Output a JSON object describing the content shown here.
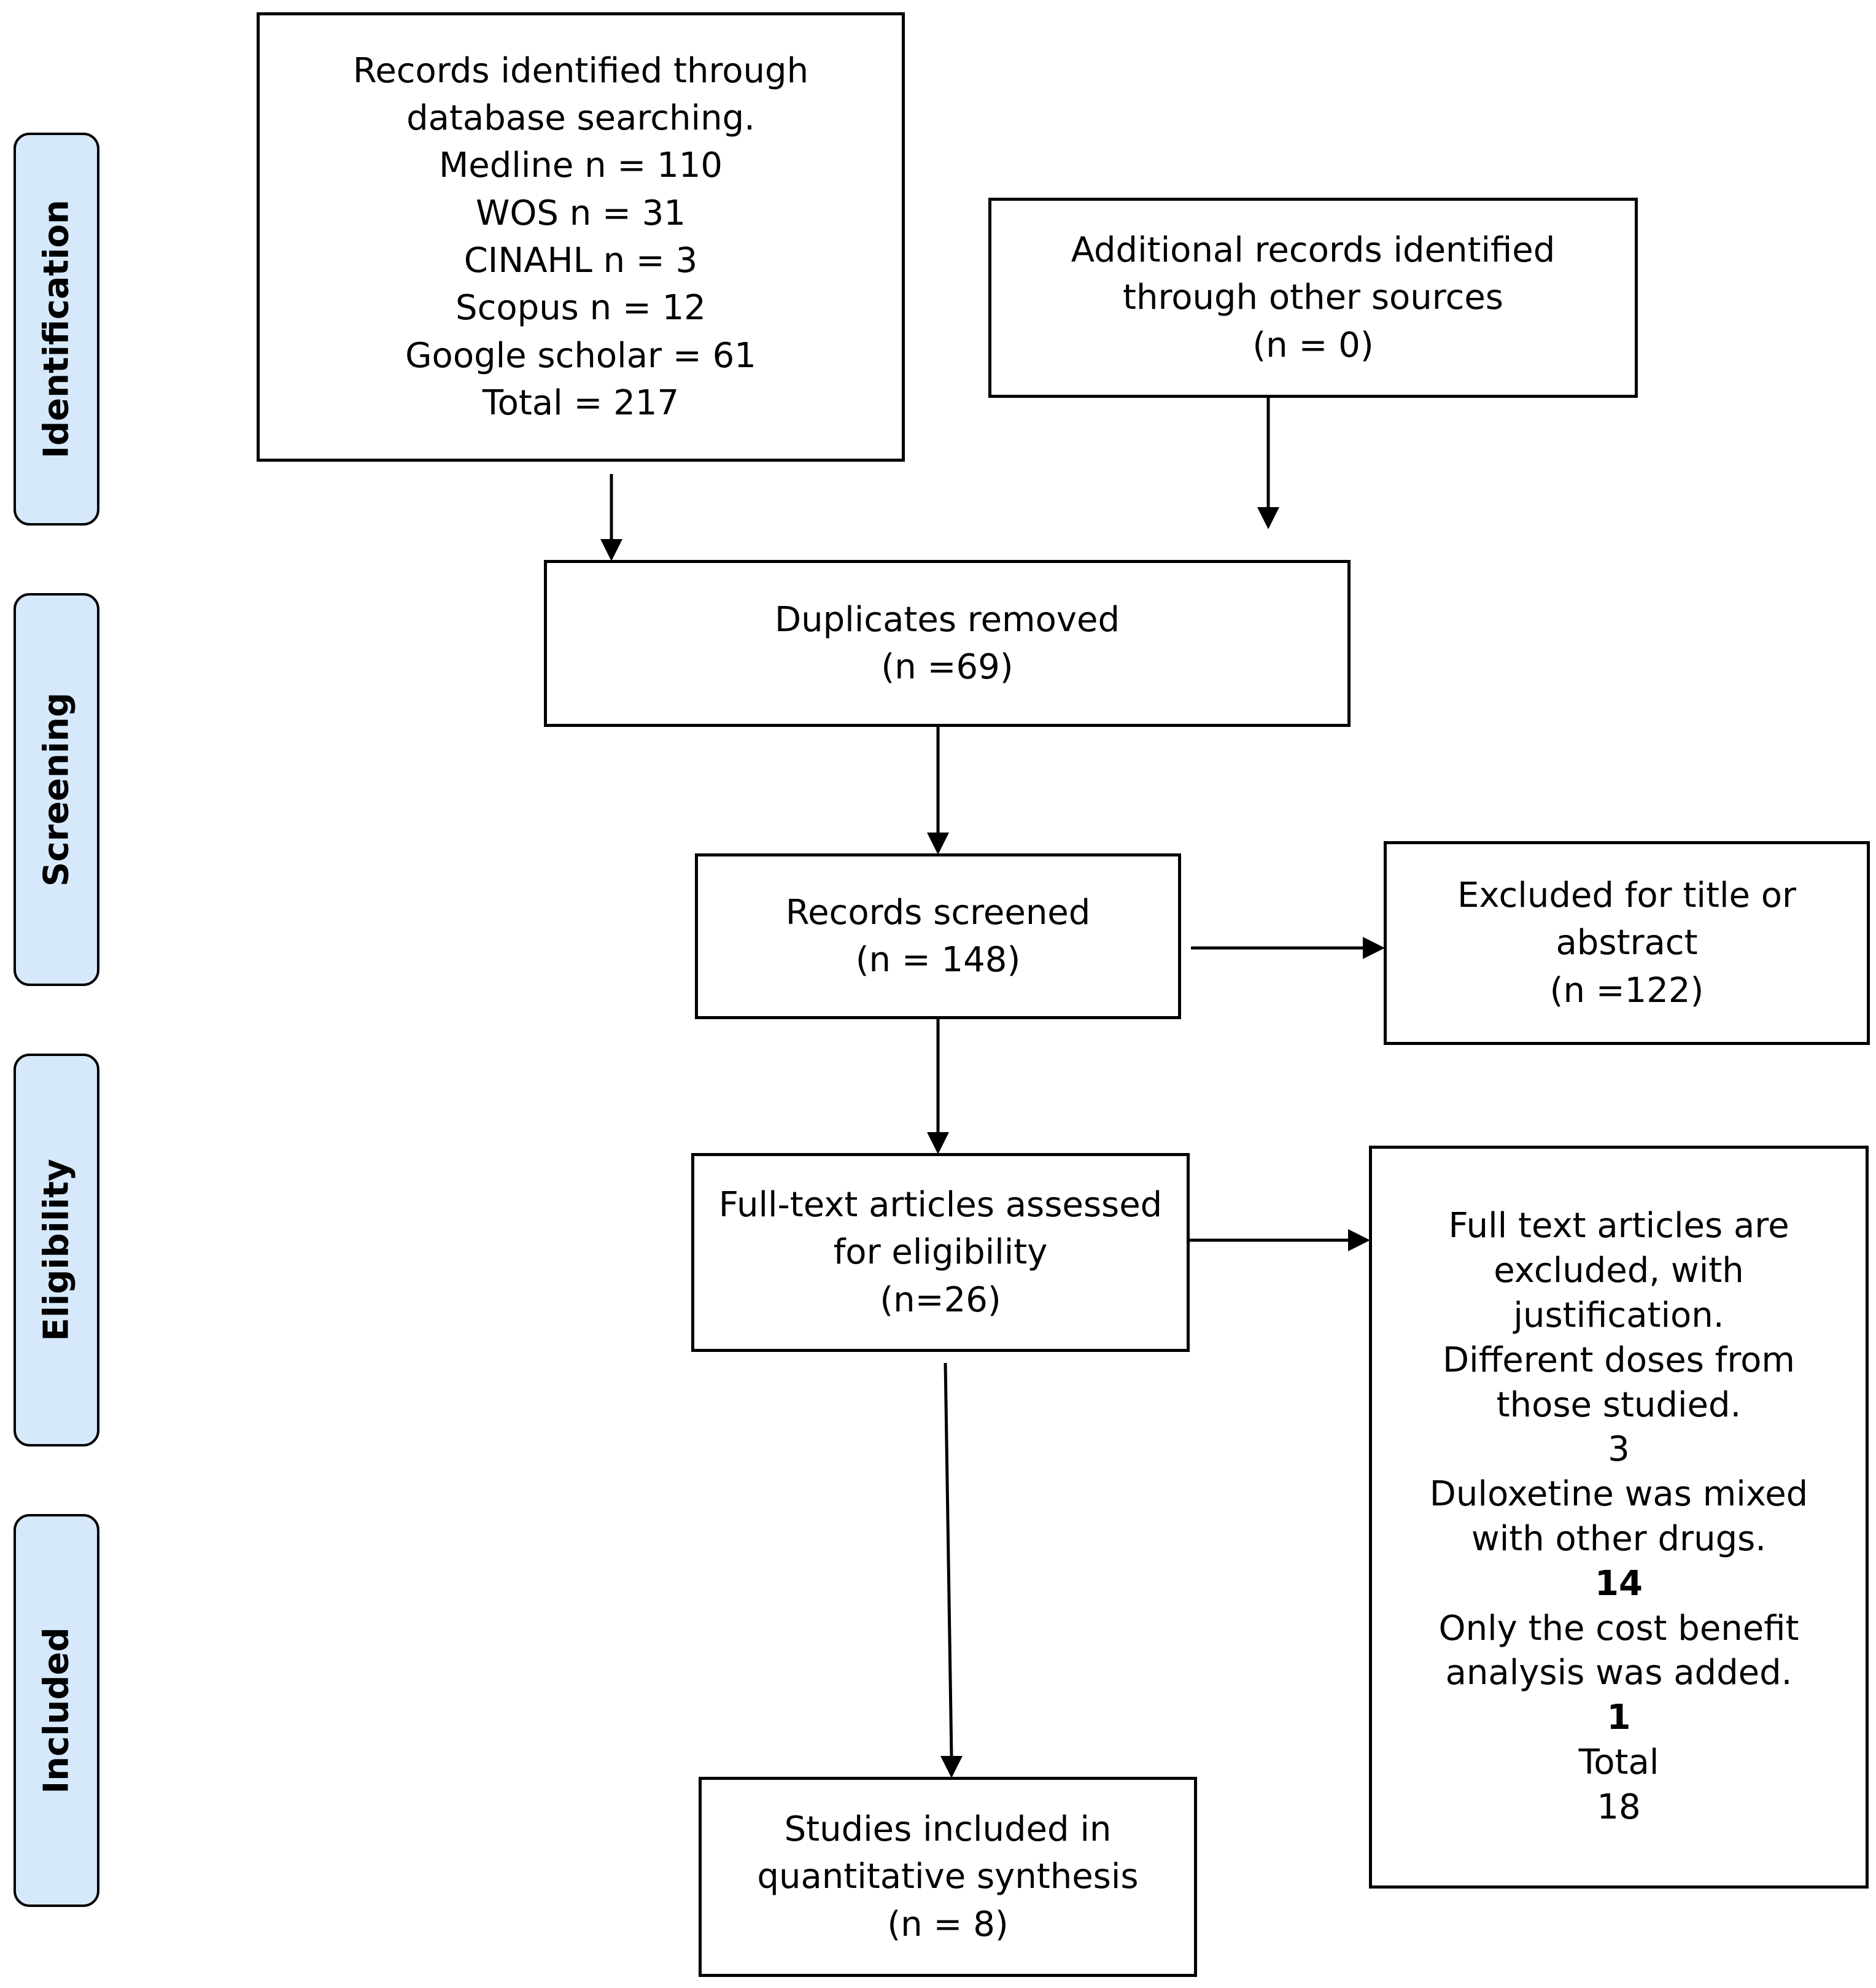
{
  "phases": {
    "identification": "Identification",
    "screening": "Screening",
    "eligibility": "Eligibility",
    "included": "Included"
  },
  "boxes": {
    "database": {
      "lines": [
        "Records identified through",
        "database searching.",
        "Medline n = 110",
        "WOS n = 31",
        "CINAHL n = 3",
        "Scopus n = 12",
        "Google scholar = 61",
        "Total = 217"
      ]
    },
    "additional": {
      "lines": [
        "Additional records identified",
        "through other sources",
        "(n = 0)"
      ]
    },
    "duplicates": {
      "lines": [
        "Duplicates removed",
        "(n =69)"
      ]
    },
    "screened": {
      "lines": [
        "Records screened",
        "(n = 148)"
      ]
    },
    "excluded_title": {
      "lines": [
        "Excluded for title or",
        "abstract",
        "(n =122)"
      ]
    },
    "fulltext": {
      "lines": [
        "Full-text articles assessed",
        "for eligibility",
        "(n=26)"
      ]
    },
    "excluded_fulltext": {
      "lines": [
        "Full text articles are",
        "excluded, with",
        "justification.",
        "Different doses from",
        "those studied.",
        "3",
        "Duloxetine was mixed",
        "with other drugs.",
        "14",
        "Only the cost benefit",
        "analysis was added.",
        "1",
        "Total",
        "18"
      ]
    },
    "included": {
      "lines": [
        "Studies included in",
        "quantitative synthesis",
        "(n = 8)"
      ]
    }
  }
}
